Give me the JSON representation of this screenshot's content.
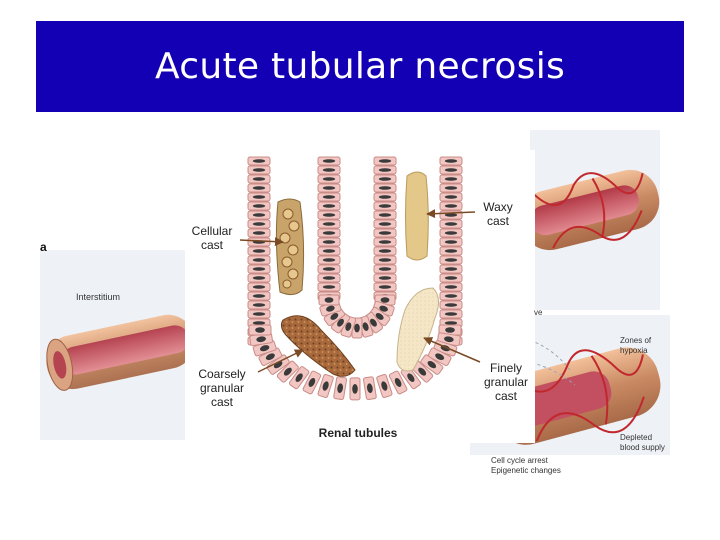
{
  "slide": {
    "title": "Acute tubular necrosis"
  },
  "center_figure": {
    "labels": {
      "cellular_cast": "Cellular\ncast",
      "waxy_cast": "Waxy\ncast",
      "coarsely_granular_cast": "Coarsely\ngranular\ncast",
      "finely_granular_cast": "Finely\ngranular\ncast",
      "renal_tubules": "Renal tubules"
    }
  },
  "background_figure": {
    "panel_letter": "a",
    "interstitium": "Interstitium",
    "zones_of_hypoxia": "Zones of\nhypoxia",
    "depleted_blood_supply": "Depleted\nblood supply",
    "cell_cycle_arrest": "Cell cycle arrest",
    "epigenetic_changes": "Epigenetic changes",
    "partial_word": "ve"
  },
  "colors": {
    "title_bar": "#1400b4",
    "cell_fill": "#f2c6c2",
    "cell_stroke": "#c98c86",
    "nucleus": "#3a3a3a",
    "waxy": "#e3c88a",
    "fine": "#f4e6c6",
    "coarse": "#a86a3c",
    "cellular": "#c9a46a",
    "arrow": "#7a4a24"
  }
}
